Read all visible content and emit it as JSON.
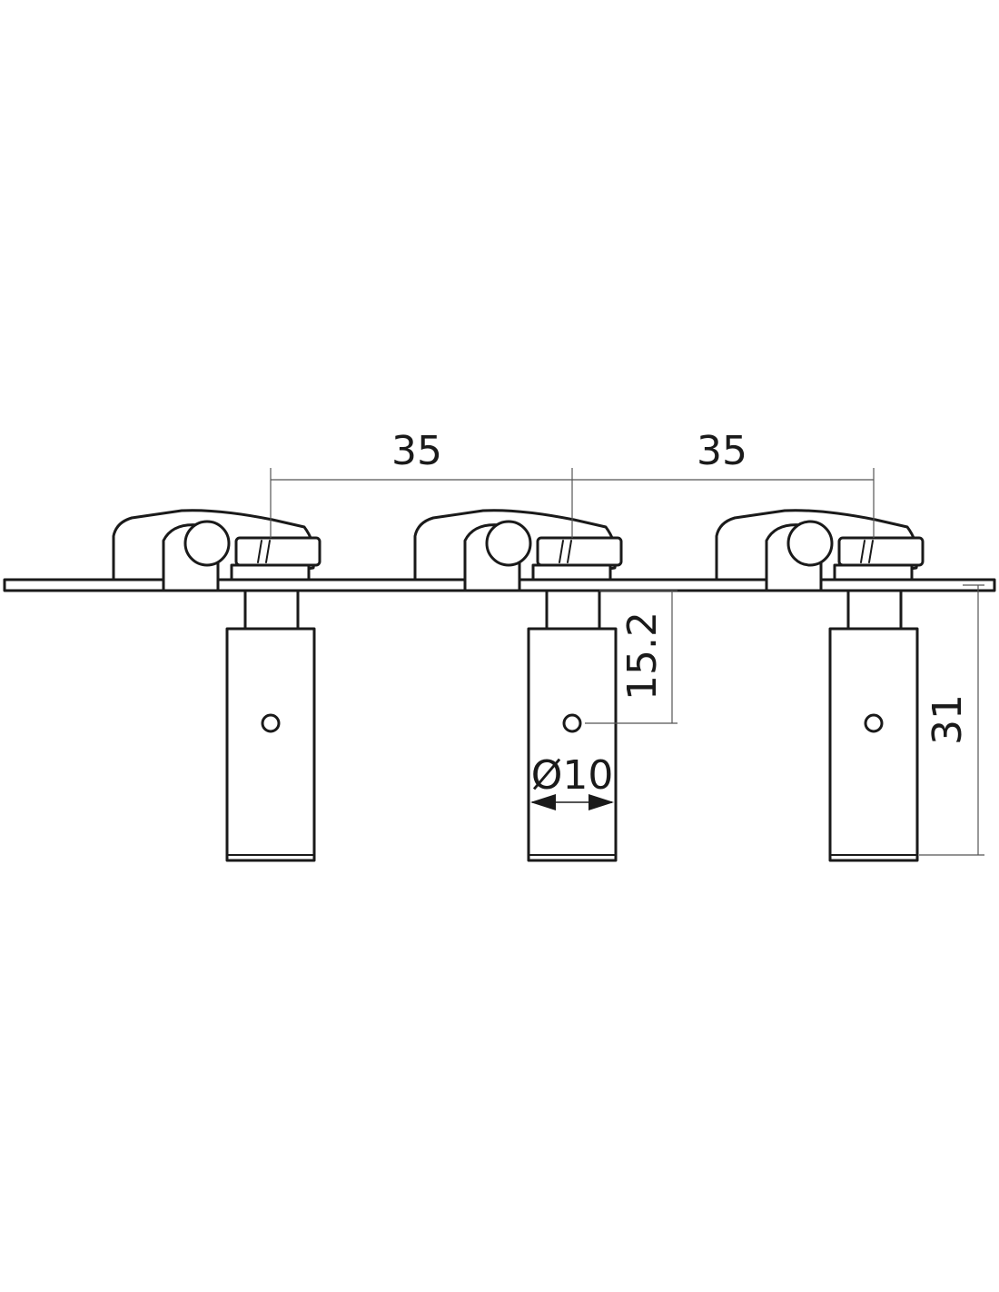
{
  "drawing": {
    "stroke_color": "#1a1a1a",
    "background_color": "#ffffff",
    "tuner_count": 3
  },
  "dimensions": {
    "spacing_left": "35",
    "spacing_right": "35",
    "post_hole_height": "15.2",
    "post_diameter": "Ø10",
    "total_height": "31"
  }
}
